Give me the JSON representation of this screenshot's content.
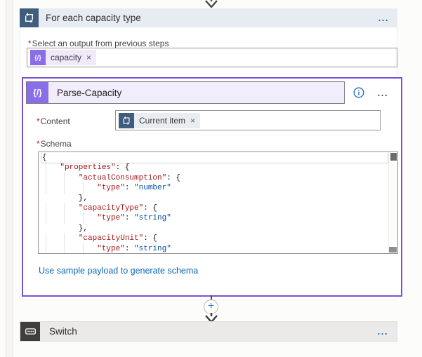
{
  "colors": {
    "accent_purple": "#7b52d2",
    "icon_purple": "#8a6de9",
    "icon_steel_blue": "#3f5e7e",
    "icon_dark_gray": "#403e3c",
    "header_blue_gray": "#e7ecf3",
    "link_blue": "#0a66b6",
    "info_blue": "#1f6cc0",
    "plus_blue": "#2b7cd3",
    "code_key_red": "#a31515",
    "code_value_blue": "#0451a5"
  },
  "for_each": {
    "title": "For each capacity type",
    "menu_icon": "...",
    "select_label": "Select an output from previous steps",
    "required_mark": "*",
    "token": {
      "label": "capacity",
      "remove": "×",
      "icon": "{/}"
    }
  },
  "parse": {
    "title": "Parse-Capacity",
    "icon": "{/}",
    "menu_icon": "...",
    "content_label": "Content",
    "content_token": {
      "label": "Current item",
      "remove": "×"
    },
    "schema_label": "Schema",
    "schema_link": "Use sample payload to generate schema",
    "schema_lines": [
      [
        [
          "pl",
          "{"
        ]
      ],
      [
        [
          "pl",
          "    "
        ],
        [
          "k",
          "\"properties\""
        ],
        [
          "pl",
          ": {"
        ]
      ],
      [
        [
          "pl",
          "        "
        ],
        [
          "k",
          "\"actualConsumption\""
        ],
        [
          "pl",
          ": {"
        ]
      ],
      [
        [
          "pl",
          "            "
        ],
        [
          "k",
          "\"type\""
        ],
        [
          "pl",
          ": "
        ],
        [
          "v",
          "\"number\""
        ]
      ],
      [
        [
          "pl",
          "        },"
        ]
      ],
      [
        [
          "pl",
          "        "
        ],
        [
          "k",
          "\"capacityType\""
        ],
        [
          "pl",
          ": {"
        ]
      ],
      [
        [
          "pl",
          "            "
        ],
        [
          "k",
          "\"type\""
        ],
        [
          "pl",
          ": "
        ],
        [
          "v",
          "\"string\""
        ]
      ],
      [
        [
          "pl",
          "        },"
        ]
      ],
      [
        [
          "pl",
          "        "
        ],
        [
          "k",
          "\"capacityUnit\""
        ],
        [
          "pl",
          ": {"
        ]
      ],
      [
        [
          "pl",
          "            "
        ],
        [
          "k",
          "\"type\""
        ],
        [
          "pl",
          ": "
        ],
        [
          "v",
          "\"string\""
        ]
      ]
    ]
  },
  "connector": {
    "plus": "+"
  },
  "switch": {
    "title": "Switch",
    "menu_icon": "..."
  }
}
